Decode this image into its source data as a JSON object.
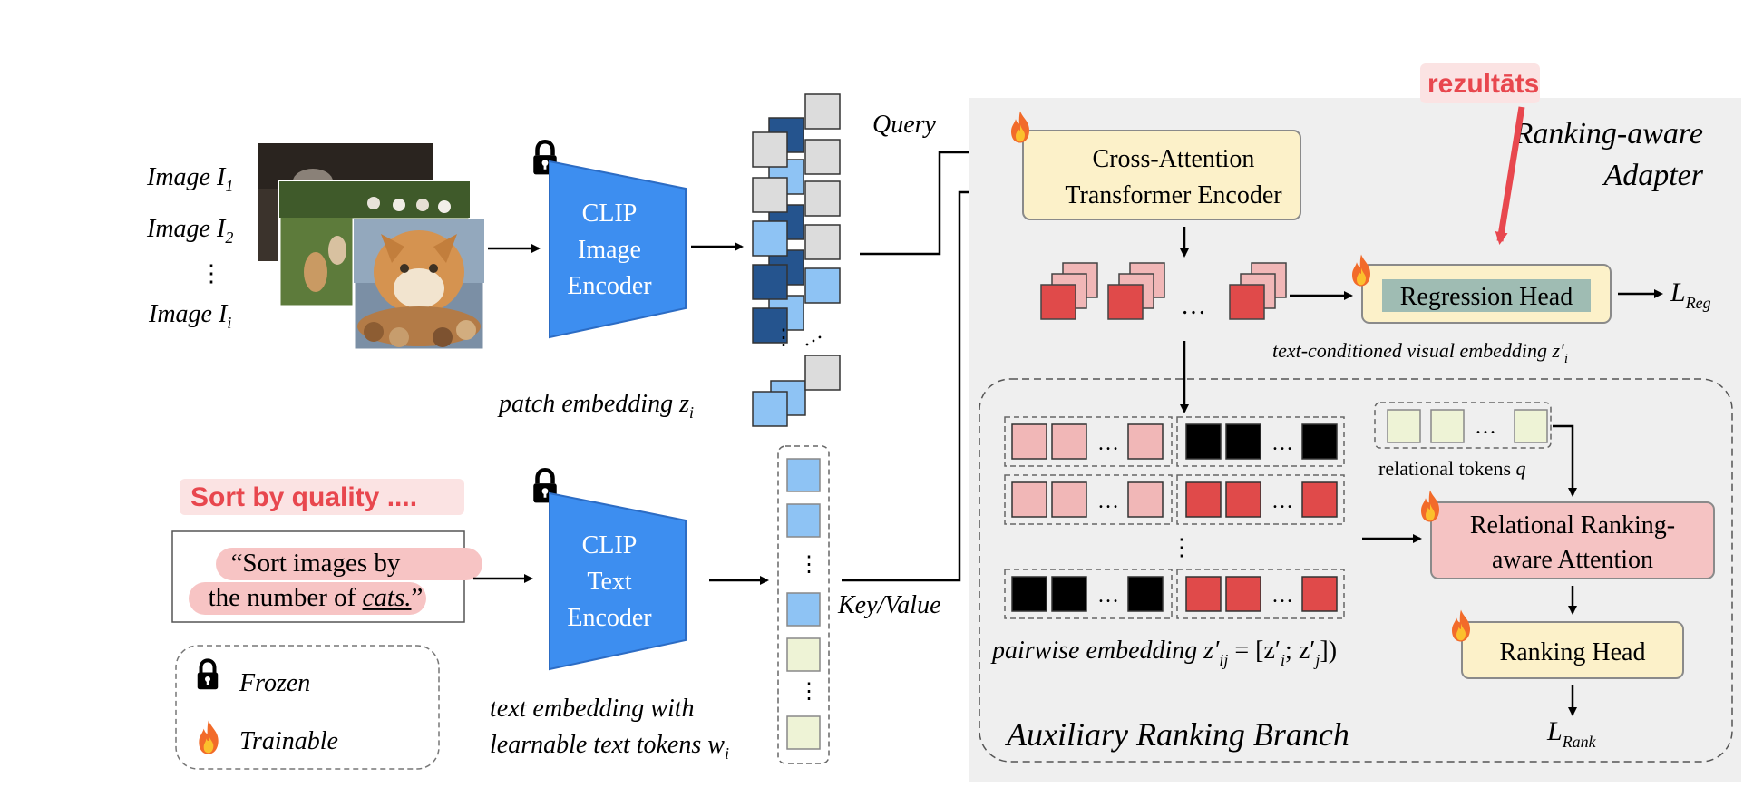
{
  "colors": {
    "clip_blue": "#3d8ef0",
    "patch_dark": "#25548e",
    "patch_light": "#8ec3f4",
    "patch_gray": "#dcdcdc",
    "box_yellow": "#fcf1c9",
    "box_pink": "#f5c3c3",
    "red_square": "#e04a4a",
    "pink_square": "#f1b7b7",
    "token_green": "#eef3d6",
    "annotation_red": "#e8474e",
    "panel_gray": "#efefef"
  },
  "images": {
    "label_1": "Image",
    "sub_1": "1",
    "label_2": "Image",
    "sub_2": "2",
    "dots": "⋮",
    "label_i": "Image",
    "sub_i": "i"
  },
  "clip_image": {
    "line1": "CLIP",
    "line2": "Image",
    "line3": "Encoder"
  },
  "clip_text": {
    "line1": "CLIP",
    "line2": "Text",
    "line3": "Encoder"
  },
  "labels": {
    "query": "Query",
    "key_value": "Key/Value",
    "patch_embedding": "patch embedding",
    "patch_var": "z",
    "patch_sub": "i",
    "text_emb_line1": "text embedding with",
    "text_emb_line2": "learnable text tokens",
    "text_var": "w",
    "text_sub": "i"
  },
  "prompt": {
    "annotation": "Sort by quality ....",
    "line1": "“Sort images by",
    "line2_prefix": "the number of ",
    "line2_italic": "cats.",
    "line2_suffix": "”"
  },
  "legend": {
    "frozen": "Frozen",
    "trainable": "Trainable"
  },
  "adapter": {
    "annotation": "rezultāts",
    "title_line1": "Ranking-aware",
    "title_line2": "Adapter",
    "cross_attention_line1": "Cross-Attention",
    "cross_attention_line2": "Transformer Encoder",
    "regression_head": "Regression Head",
    "loss_reg": "L",
    "loss_reg_sub": "Reg",
    "text_conditioned": "text-conditioned visual embedding z′",
    "text_conditioned_sub": "i",
    "dots": "…"
  },
  "branch": {
    "title": "Auxiliary Ranking Branch",
    "relational_tokens": "relational tokens",
    "relational_var": "q",
    "relational_attention_line1": "Relational Ranking-",
    "relational_attention_line2": "aware Attention",
    "ranking_head": "Ranking Head",
    "loss_rank": "L",
    "loss_rank_sub": "Rank",
    "pairwise": "pairwise embedding z′",
    "pairwise_sub": "ij",
    "pairwise_eq": " = [z′",
    "pairwise_i": "i",
    "pairwise_mid": "; z′",
    "pairwise_j": "j",
    "pairwise_end": "])",
    "dots": "…",
    "vdots": "⋮"
  }
}
